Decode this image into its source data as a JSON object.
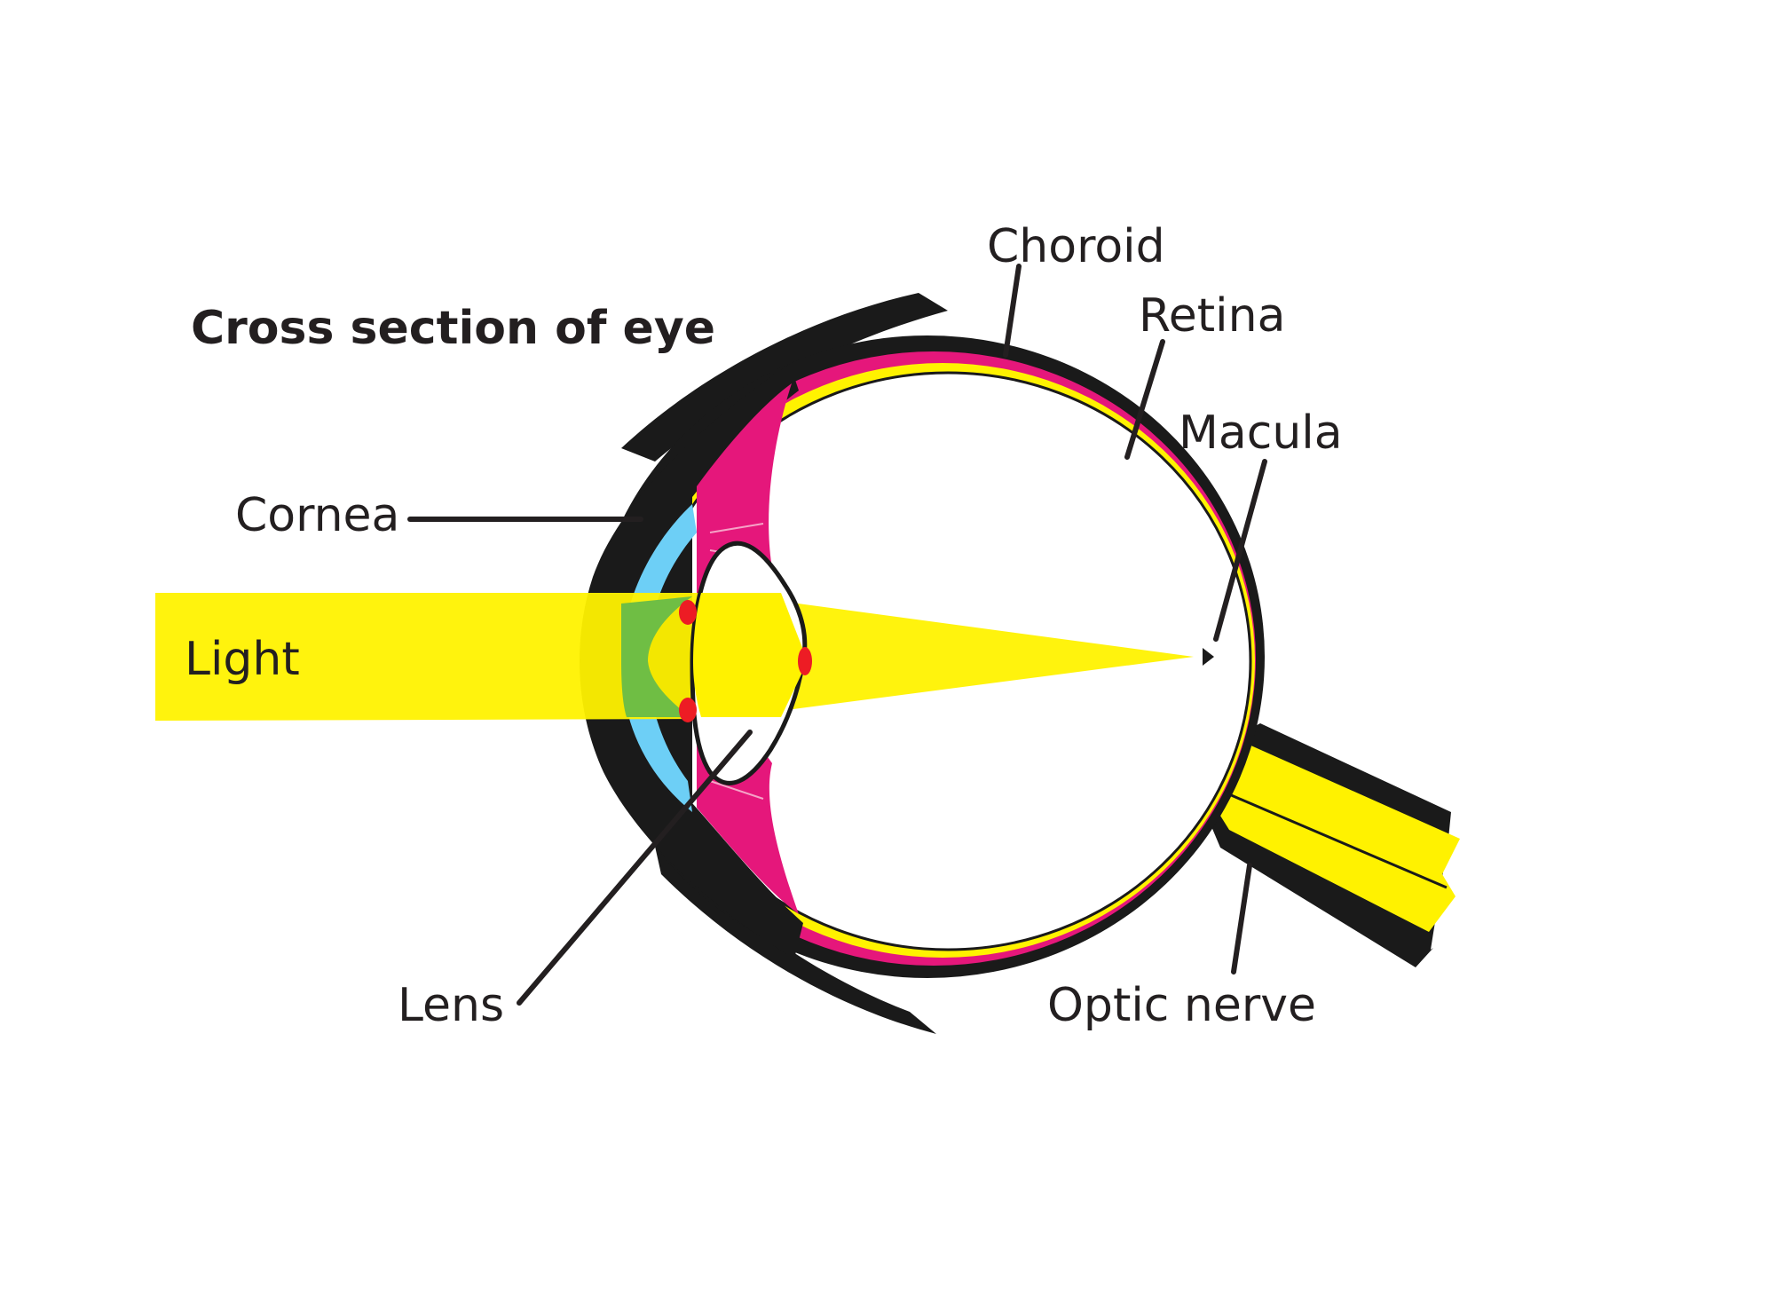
{
  "title": "Cross section of eye",
  "labels": {
    "light": "Light",
    "cornea": "Cornea",
    "lens": "Lens",
    "choroid": "Choroid",
    "retina": "Retina",
    "macula": "Macula",
    "optic_nerve": "Optic nerve"
  },
  "colors": {
    "outline": "#1a1a1a",
    "choroid": "#e5177b",
    "retina": "#fff200",
    "light": "#fff200",
    "cornea": "#6dcff6",
    "cornea_overlap": "#6fbe44",
    "lens_spot": "#ed1c24"
  }
}
